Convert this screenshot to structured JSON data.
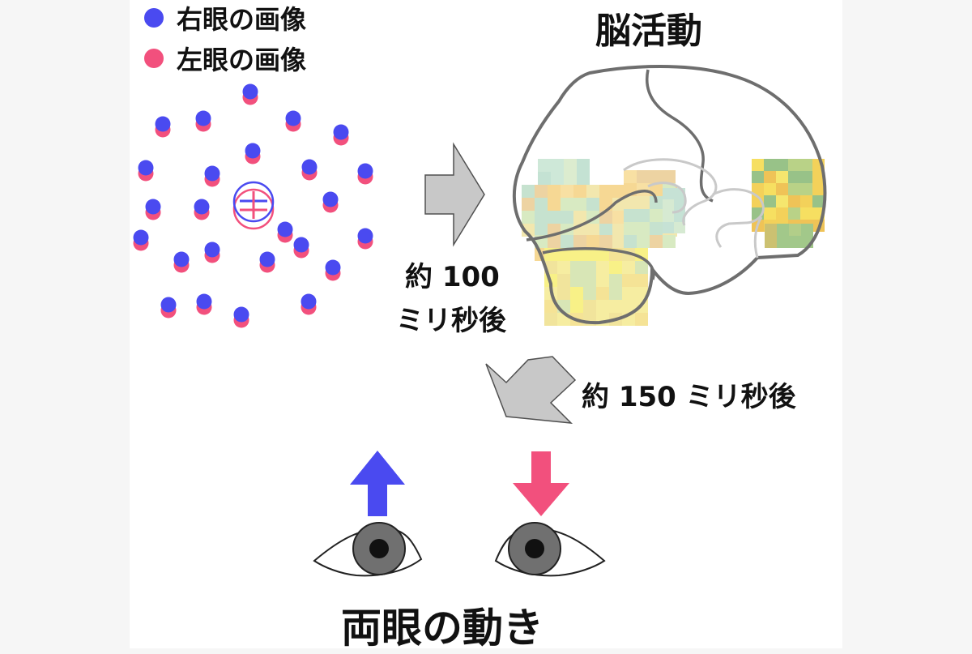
{
  "colors": {
    "right_eye": "#4a4af0",
    "left_eye": "#f2507d",
    "arrow_gray": "#c8c8c8",
    "brain_outline": "#6e6e6e",
    "brain_inner": "#c9c9c9"
  },
  "legend": {
    "right_eye": "右眼の画像",
    "left_eye": "左眼の画像"
  },
  "brain": {
    "title": "脳活動"
  },
  "timing": {
    "first_line1": "約 100",
    "first_line2": "ミリ秒後",
    "second": "約 150 ミリ秒後"
  },
  "caption": "両眼の動き",
  "icons": {
    "arrow_right": "gray-block-arrow-right-icon",
    "arrow_down_left": "gray-block-arrow-down-left-icon",
    "eye_up": "blue-arrow-up-icon",
    "eye_down": "pink-arrow-down-icon"
  }
}
